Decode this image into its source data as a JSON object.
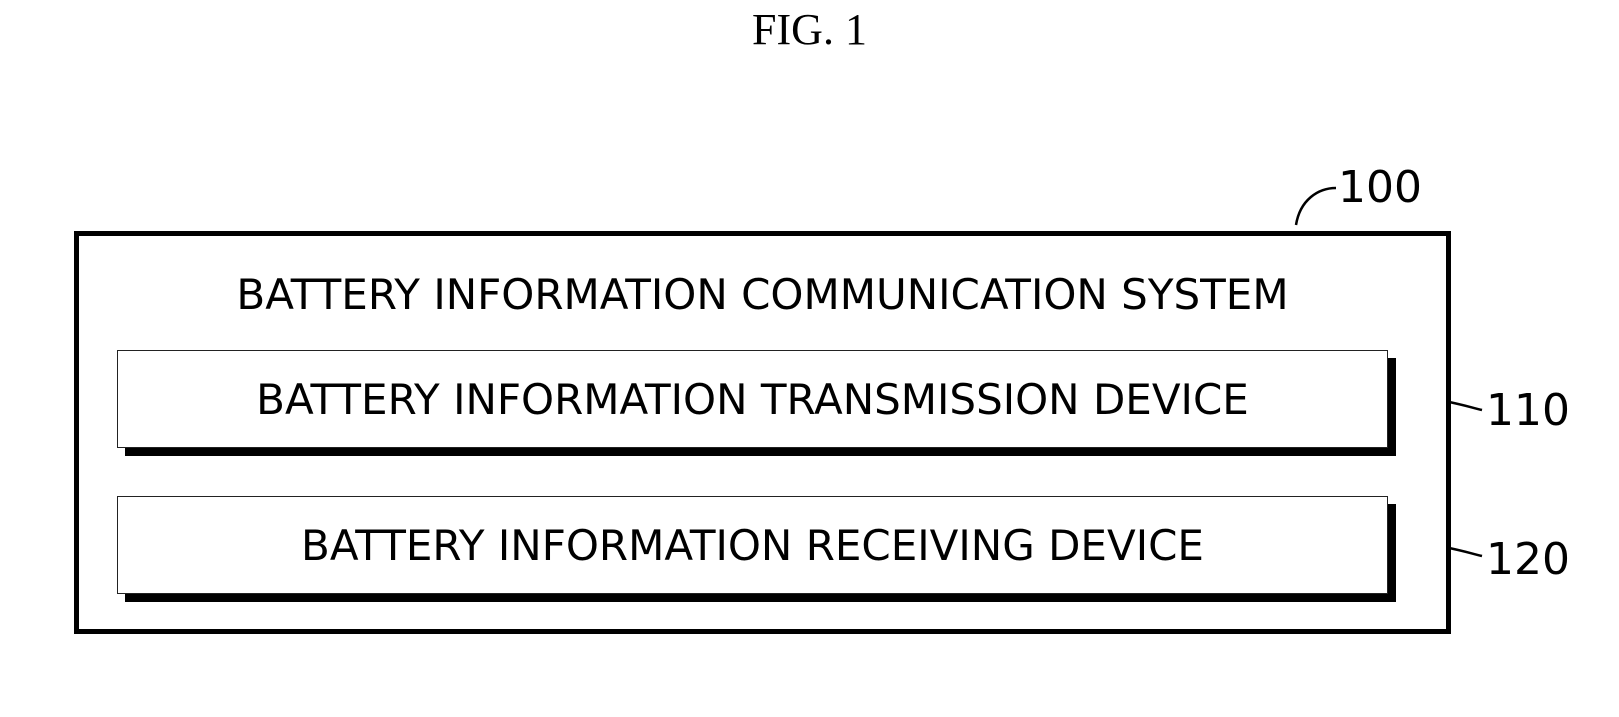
{
  "figure": {
    "title": "FIG. 1"
  },
  "system": {
    "title": "BATTERY INFORMATION COMMUNICATION SYSTEM",
    "ref": "100"
  },
  "devices": [
    {
      "label": "BATTERY INFORMATION TRANSMISSION DEVICE",
      "ref": "110"
    },
    {
      "label": "BATTERY INFORMATION RECEIVING DEVICE",
      "ref": "120"
    }
  ]
}
